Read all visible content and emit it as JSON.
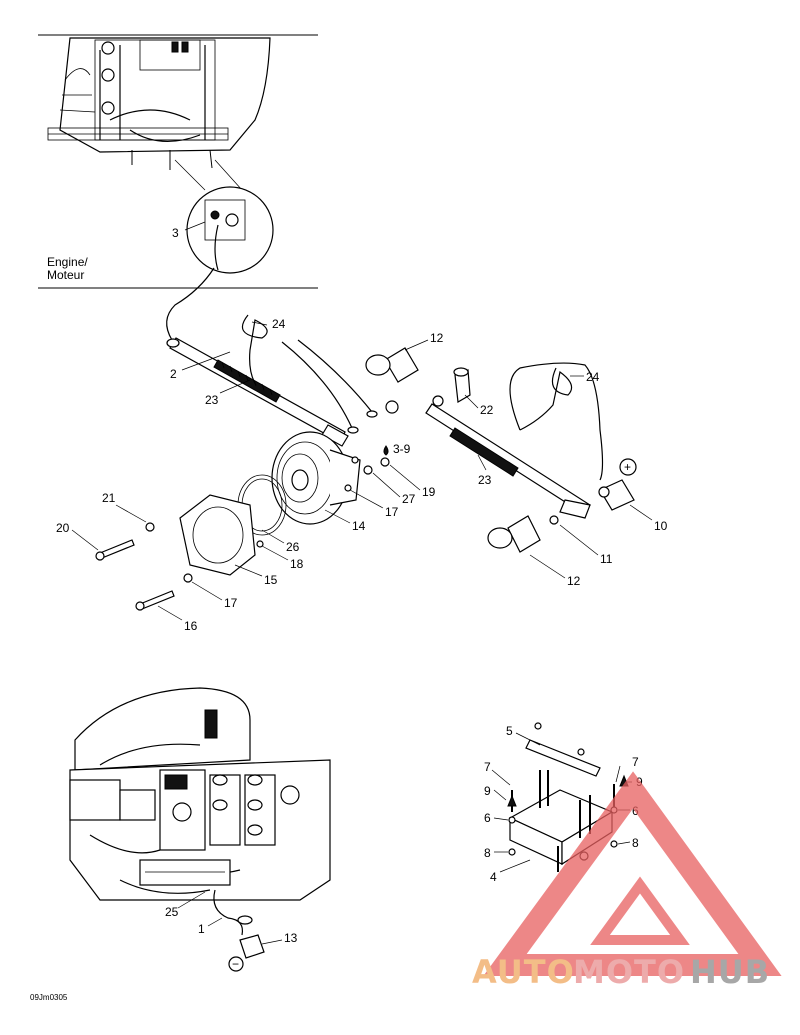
{
  "engine_label": [
    "Engine/",
    "Moteur"
  ],
  "callouts": {
    "c1": "1",
    "c2": "2",
    "c3": "3",
    "c3_9": "3-9",
    "c4": "4",
    "c5": "5",
    "c6a": "6",
    "c6b": "6",
    "c7a": "7",
    "c7b": "7",
    "c8a": "8",
    "c8b": "8",
    "c9a": "9",
    "c9b": "9",
    "c10": "10",
    "c11": "11",
    "c12a": "12",
    "c12b": "12",
    "c13": "13",
    "c14": "14",
    "c15": "15",
    "c16": "16",
    "c17a": "17",
    "c17b": "17",
    "c18": "18",
    "c19": "19",
    "c20": "20",
    "c21": "21",
    "c22": "22",
    "c23a": "23",
    "c23b": "23",
    "c24a": "24",
    "c24b": "24",
    "c25": "25",
    "c26": "26",
    "c27": "27"
  },
  "polarity": {
    "positive": "+",
    "negative": "−"
  },
  "figure_code": "09Jm0305",
  "watermark": {
    "part1": "AUTO",
    "part2": "MOTO",
    "part3": "HUB",
    "color_a": "#f4a460",
    "color_b": "#e8a0a0",
    "color_c": "#9a9a9a"
  }
}
